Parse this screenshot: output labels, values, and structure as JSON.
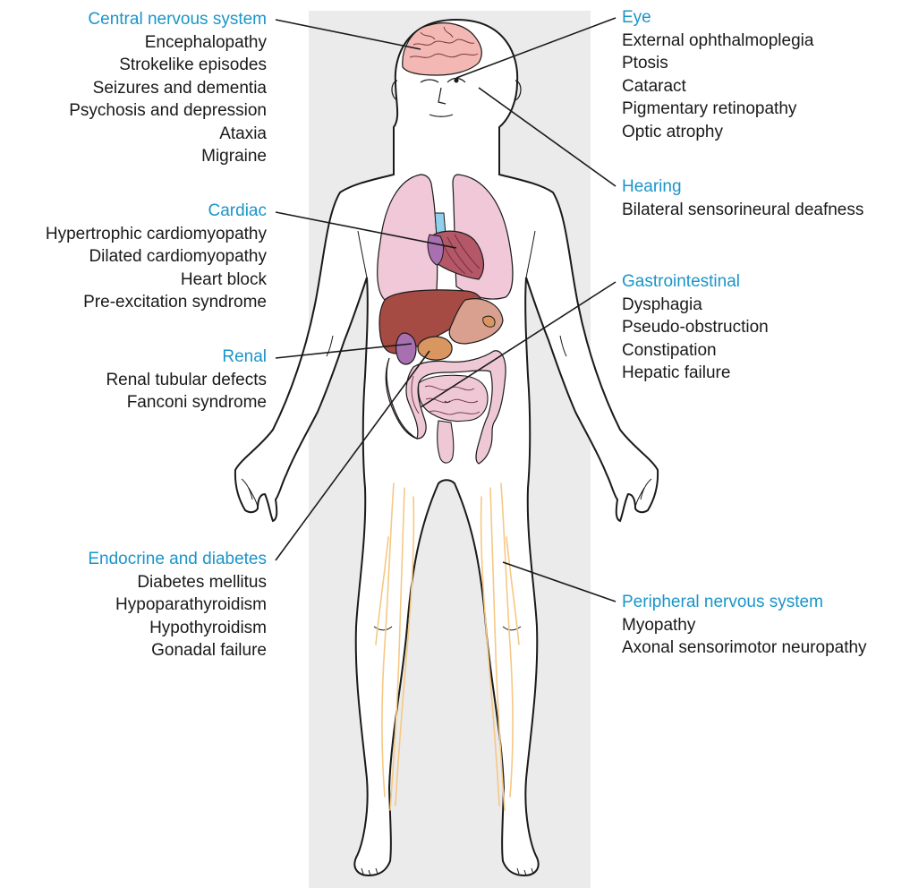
{
  "colors": {
    "heading": "#1a95c9",
    "text": "#1a1a1a",
    "backdrop": "#ebebec",
    "skin": "#ffffff",
    "outline": "#1a1a1a",
    "brain": "#f4b8b4",
    "lung": "#f0c8d8",
    "heart": "#b45868",
    "vessel": "#8fd0ec",
    "liver": "#a64a44",
    "kidney": "#a870b0",
    "pancreas": "#d99660",
    "intestine": "#efc8d6",
    "nerve": "#f6c884"
  },
  "left_groups": [
    {
      "heading": "Central nervous system",
      "items": [
        "Encephalopathy",
        "Strokelike episodes",
        "Seizures and dementia",
        "Psychosis and depression",
        "Ataxia",
        "Migraine"
      ]
    },
    {
      "heading": "Cardiac",
      "items": [
        "Hypertrophic cardiomyopathy",
        "Dilated cardiomyopathy",
        "Heart block",
        "Pre-excitation syndrome"
      ]
    },
    {
      "heading": "Renal",
      "items": [
        "Renal tubular defects",
        "Fanconi syndrome"
      ]
    },
    {
      "heading": "Endocrine and diabetes",
      "items": [
        "Diabetes mellitus",
        "Hypoparathyroidism",
        "Hypothyroidism",
        "Gonadal failure"
      ]
    }
  ],
  "right_groups": [
    {
      "heading": "Eye",
      "items": [
        "External ophthalmoplegia",
        "Ptosis",
        "Cataract",
        "Pigmentary retinopathy",
        "Optic atrophy"
      ]
    },
    {
      "heading": "Hearing",
      "items": [
        "Bilateral sensorineural deafness"
      ]
    },
    {
      "heading": "Gastrointestinal",
      "items": [
        "Dysphagia",
        "Pseudo-obstruction",
        "Constipation",
        "Hepatic failure"
      ]
    },
    {
      "heading": "Peripheral nervous system",
      "items": [
        "Myopathy",
        "Axonal sensorimotor neuropathy"
      ]
    }
  ]
}
